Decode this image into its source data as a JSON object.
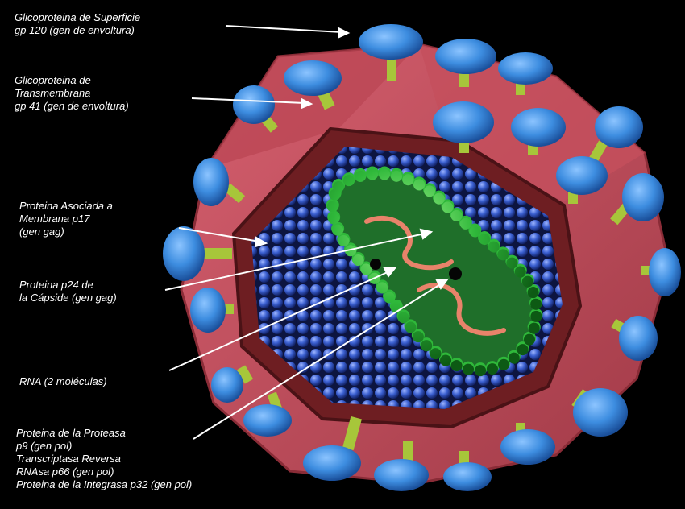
{
  "labels": {
    "gp120": "Glicoproteina de Superficie\ngp 120 (gen de envoltura)",
    "gp41": "Glicoproteina de\nTransmembrana\ngp 41 (gen de envoltura)",
    "p17": "Proteina Asociada a\nMembrana p17\n(gen gag)",
    "p24": "Proteina p24 de\nla Cápside (gen gag)",
    "rna": "RNA (2 moléculas)",
    "enzymes": "Proteina de la Proteasa\np9 (gen pol)\nTranscriptasa Reversa\nRNAsa p66 (gen pol)\nProteina de la Integrasa p32 (gen pol)"
  },
  "colors": {
    "background": "#000000",
    "envelope": "#c9505e",
    "envelope_dark": "#a63a47",
    "membrane_edge": "#6e1e22",
    "matrix_sphere": "#3a5fd0",
    "capsid_sphere": "#2fb83a",
    "capsid_core": "#1f6f2a",
    "rna_strand": "#e8836a",
    "glycoprotein_head": "#3d8de0",
    "glycoprotein_stalk": "#a7c63a",
    "arrow": "#ffffff"
  },
  "icons": [
    "glycoprotein-spike",
    "rna-strand",
    "enzyme-dot"
  ]
}
